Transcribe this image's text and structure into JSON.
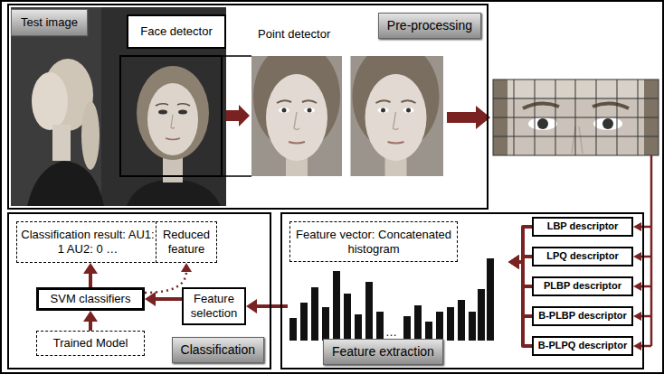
{
  "diagram": {
    "nodes": [
      {
        "text": [
          "Pre-processing"
        ]
      },
      {
        "text": [
          "Test image"
        ],
        "in": 0
      },
      {
        "text": [
          "Face detector"
        ],
        "in": 0
      },
      {
        "text": [
          "Classification"
        ]
      },
      {
        "text": [
          "Classification result: AU1: 1 AU2: 0 …"
        ],
        "in": 3
      },
      {
        "text": [
          "Reduced feature"
        ],
        "in": 3
      },
      {
        "text": [
          "SVM classifiers"
        ],
        "in": 3
      },
      {
        "text": [
          "Feature selection"
        ],
        "in": 3
      },
      {
        "text": [
          "Trained Model"
        ],
        "in": 3
      },
      {
        "text": [
          "Feature extraction"
        ]
      },
      {
        "text": [
          "Feature vector: Concatenated histogram"
        ],
        "in": 9
      },
      {
        "text": [
          "LBP descriptor"
        ],
        "in": 9
      },
      {
        "text": [
          "LPQ descriptor"
        ],
        "in": 9
      },
      {
        "text": [
          "PLBP descriptor"
        ],
        "in": 9
      },
      {
        "text": [
          "B-PLBP descriptor"
        ],
        "in": 9
      },
      {
        "text": [
          "B-PLPQ descriptor"
        ],
        "in": 9
      }
    ],
    "edges": [
      {
        "from": 11,
        "to": 10,
        "arrow": "to"
      },
      {
        "from": 12,
        "to": 10,
        "arrow": "to"
      },
      {
        "from": 13,
        "to": 10,
        "arrow": "to"
      },
      {
        "from": 14,
        "to": 10,
        "arrow": "to"
      },
      {
        "from": 15,
        "to": 10,
        "arrow": "to"
      },
      {
        "from": 10,
        "to": 7,
        "arrow": "to"
      },
      {
        "from": 7,
        "to": 6,
        "arrow": "to"
      },
      {
        "from": 8,
        "to": 6,
        "arrow": "to"
      },
      {
        "from": 6,
        "to": 4,
        "arrow": "to"
      },
      {
        "from": 6,
        "to": 5,
        "arrow": "to"
      }
    ],
    "labels": [
      "Point detector",
      "…"
    ]
  }
}
